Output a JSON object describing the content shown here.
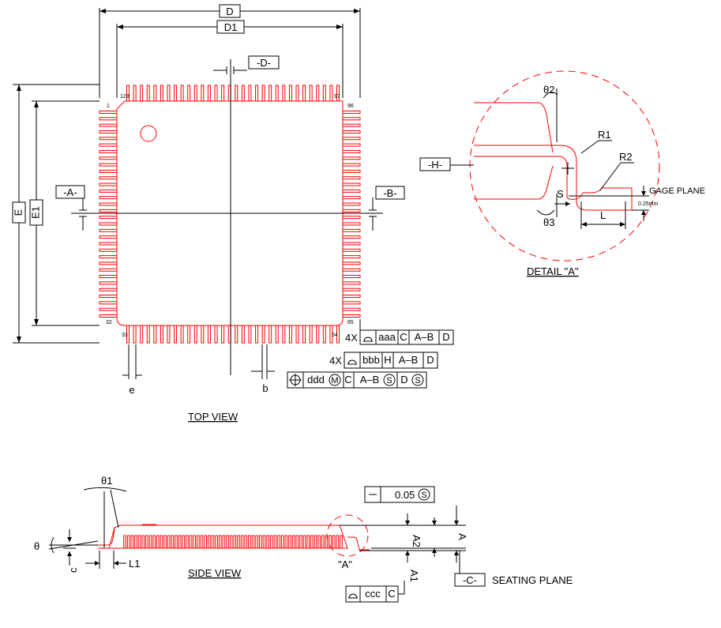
{
  "colors": {
    "outline": "#ff0000",
    "dimension": "#000000"
  },
  "views": {
    "top": "TOP VIEW",
    "side": "SIDE VIEW",
    "detail": "DETAIL \"A\""
  },
  "labels": {
    "D": "D",
    "D1": "D1",
    "E": "E",
    "E1": "E1",
    "datum_D": "-D-",
    "datum_A": "-A-",
    "datum_B": "-B-",
    "datum_H": "-H-",
    "datum_C": "-C-",
    "e": "e",
    "b": "b",
    "theta": "θ",
    "theta1": "θ1",
    "theta2": "θ2",
    "theta3": "θ3",
    "R1": "R1",
    "R2": "R2",
    "S": "S",
    "L": "L",
    "L1": "L1",
    "gage_plane": "GAGE PLANE",
    "gage_value": "0.25mm",
    "A": "A",
    "A1": "A1",
    "A2": "A2",
    "c": "c",
    "seating_plane": "SEATING PLANE",
    "detail_ref": "\"A\"",
    "flatness_value": "0.05"
  },
  "pin_numbers": {
    "p1": "1",
    "p128": "128",
    "p97": "97",
    "p96": "96",
    "p33": "33",
    "p32": "32",
    "p64": "64",
    "p65": "65"
  },
  "tolerance_frames": {
    "aaa": [
      "4X",
      "aaa",
      "C",
      "A–B",
      "D"
    ],
    "bbb": [
      "4X",
      "bbb",
      "H",
      "A–B",
      "D"
    ],
    "ddd": [
      "ddd",
      "M",
      "C",
      "A–B",
      "S",
      "D",
      "S"
    ],
    "ccc": [
      "ccc",
      "C"
    ]
  }
}
